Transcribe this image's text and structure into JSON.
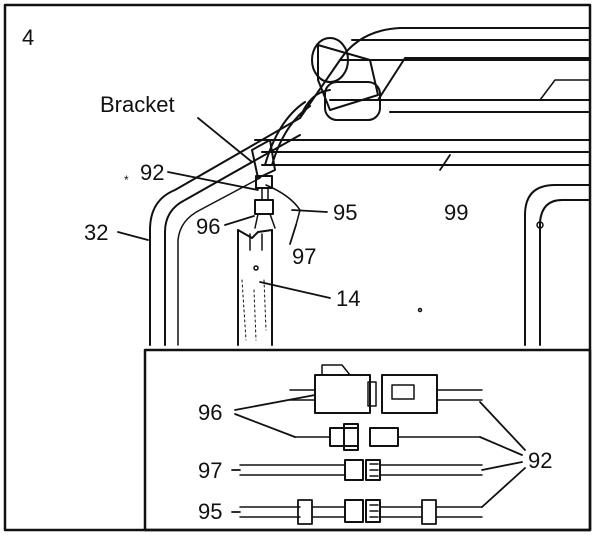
{
  "figure": {
    "step_number": "4",
    "bracket_label": "Bracket",
    "callouts": {
      "n92": "92",
      "n95": "95",
      "n96": "96",
      "n97": "97",
      "n99": "99",
      "n32": "32",
      "n14": "14"
    },
    "inset": {
      "label_96": "96",
      "label_97": "97",
      "label_95": "95",
      "label_92": "92"
    }
  }
}
